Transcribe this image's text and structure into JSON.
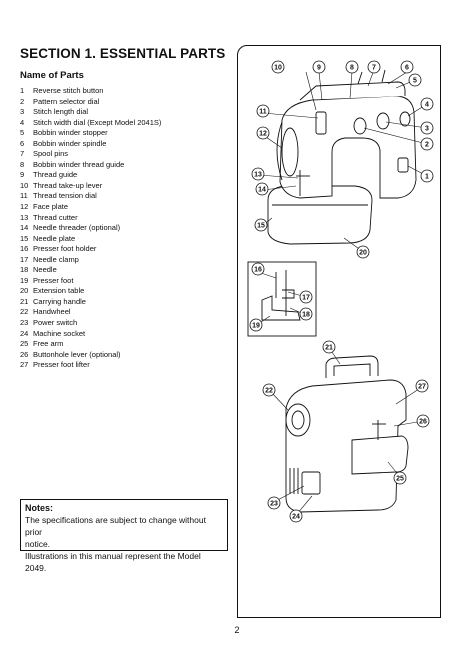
{
  "section_title": "SECTION 1. ESSENTIAL PARTS",
  "subtitle": "Name of Parts",
  "parts": [
    {
      "num": "1",
      "name": "Reverse stitch button"
    },
    {
      "num": "2",
      "name": "Pattern selector dial"
    },
    {
      "num": "3",
      "name": "Stitch length dial"
    },
    {
      "num": "4",
      "name": "Stitch width dial (Except Model 2041S)"
    },
    {
      "num": "5",
      "name": "Bobbin winder stopper"
    },
    {
      "num": "6",
      "name": "Bobbin winder spindle"
    },
    {
      "num": "7",
      "name": "Spool pins"
    },
    {
      "num": "8",
      "name": "Bobbin winder thread guide"
    },
    {
      "num": "9",
      "name": "Thread guide"
    },
    {
      "num": "10",
      "name": "Thread take-up lever"
    },
    {
      "num": "11",
      "name": "Thread tension dial"
    },
    {
      "num": "12",
      "name": "Face plate"
    },
    {
      "num": "13",
      "name": "Thread cutter"
    },
    {
      "num": "14",
      "name": "Needle threader (optional)"
    },
    {
      "num": "15",
      "name": "Needle plate"
    },
    {
      "num": "16",
      "name": "Presser foot holder"
    },
    {
      "num": "17",
      "name": "Needle clamp"
    },
    {
      "num": "18",
      "name": "Needle"
    },
    {
      "num": "19",
      "name": "Presser foot"
    },
    {
      "num": "20",
      "name": "Extension table"
    },
    {
      "num": "21",
      "name": "Carrying handle"
    },
    {
      "num": "22",
      "name": "Handwheel"
    },
    {
      "num": "23",
      "name": "Power switch"
    },
    {
      "num": "24",
      "name": "Machine socket"
    },
    {
      "num": "25",
      "name": "Free arm"
    },
    {
      "num": "26",
      "name": "Buttonhole lever (optional)"
    },
    {
      "num": "27",
      "name": "Presser foot lifter"
    }
  ],
  "notes": {
    "title": "Notes:",
    "lines": [
      "The specifications are subject to change without prior",
      "notice.",
      "Illustrations in this manual represent the Model 2049."
    ]
  },
  "page_number": "2",
  "callouts": [
    "1",
    "2",
    "3",
    "4",
    "5",
    "6",
    "7",
    "8",
    "9",
    "10",
    "11",
    "12",
    "13",
    "14",
    "15",
    "16",
    "17",
    "18",
    "19",
    "20",
    "21",
    "22",
    "23",
    "24",
    "25",
    "26",
    "27"
  ]
}
